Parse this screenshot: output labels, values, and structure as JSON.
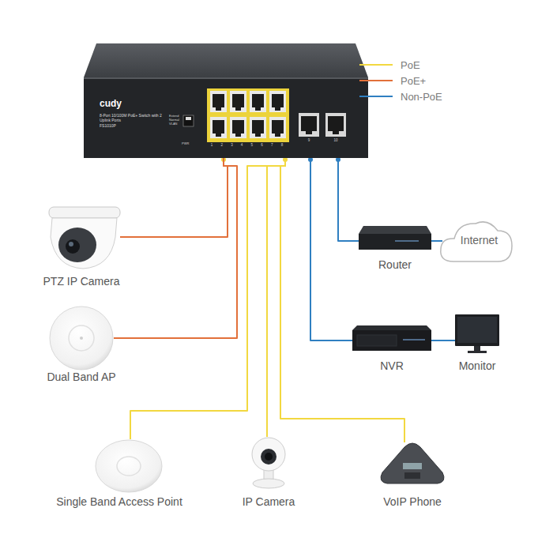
{
  "diagram": {
    "nodes": [
      {
        "text": [
          "cudy",
          "8-Port 10/100M PoE+ Switch with 2 Uplink Ports",
          "FS1010P"
        ]
      },
      {
        "text": [
          "PTZ IP Camera"
        ]
      },
      {
        "text": [
          "Dual Band AP"
        ]
      },
      {
        "text": [
          "Single Band Access Point"
        ]
      },
      {
        "text": [
          "IP Camera"
        ]
      },
      {
        "text": [
          "VoIP Phone"
        ]
      },
      {
        "text": [
          "Router"
        ]
      },
      {
        "text": [
          "Internet"
        ]
      },
      {
        "text": [
          "NVR"
        ]
      },
      {
        "text": [
          "Monitor"
        ]
      }
    ],
    "edges": [
      {
        "from": 0,
        "to": 1,
        "arrow": "none"
      },
      {
        "from": 0,
        "to": 2,
        "arrow": "none"
      },
      {
        "from": 0,
        "to": 3,
        "arrow": "none"
      },
      {
        "from": 0,
        "to": 4,
        "arrow": "none"
      },
      {
        "from": 0,
        "to": 5,
        "arrow": "none"
      },
      {
        "from": 0,
        "to": 6,
        "arrow": "none"
      },
      {
        "from": 6,
        "to": 7,
        "arrow": "none"
      },
      {
        "from": 0,
        "to": 8,
        "arrow": "none"
      },
      {
        "from": 8,
        "to": 9,
        "arrow": "none"
      }
    ],
    "labels": [
      "Extend",
      "Normal",
      "VLAN",
      "PWR",
      "1",
      "2",
      "3",
      "4",
      "5",
      "6",
      "7",
      "8",
      "9",
      "10"
    ],
    "legend": [
      {
        "text": "PoE",
        "color": "#f2d840"
      },
      {
        "text": "PoE+",
        "color": "#e2703a"
      },
      {
        "text": "Non-PoE",
        "color": "#2f7fc1"
      }
    ]
  }
}
